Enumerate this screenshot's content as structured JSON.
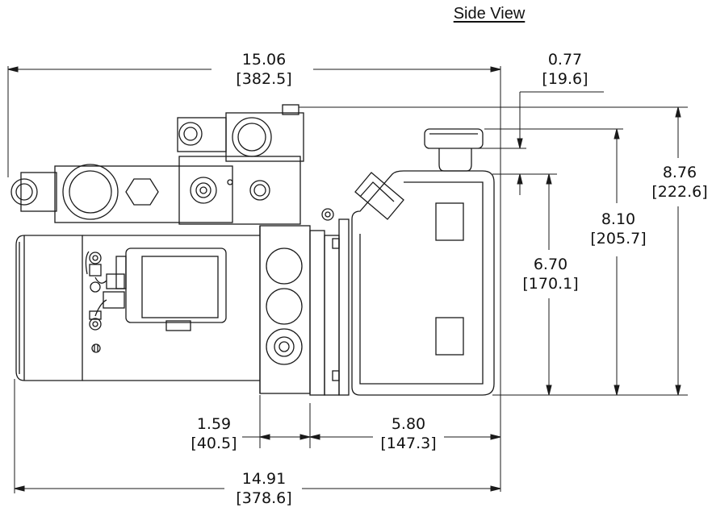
{
  "title": "Side View",
  "dimensions": {
    "overall_top": {
      "in": "15.06",
      "mm": "[382.5]"
    },
    "offset_top": {
      "in": "0.77",
      "mm": "[19.6]"
    },
    "height_total": {
      "in": "8.76",
      "mm": "[222.6]"
    },
    "height_cap": {
      "in": "8.10",
      "mm": "[205.7]"
    },
    "height_tank": {
      "in": "6.70",
      "mm": "[170.1]"
    },
    "block_width": {
      "in": "1.59",
      "mm": "[40.5]"
    },
    "tank_width": {
      "in": "5.80",
      "mm": "[147.3]"
    },
    "overall_bottom": {
      "in": "14.91",
      "mm": "[378.6]"
    }
  },
  "colors": {
    "line": "#1a1a1a",
    "background": "#ffffff"
  }
}
